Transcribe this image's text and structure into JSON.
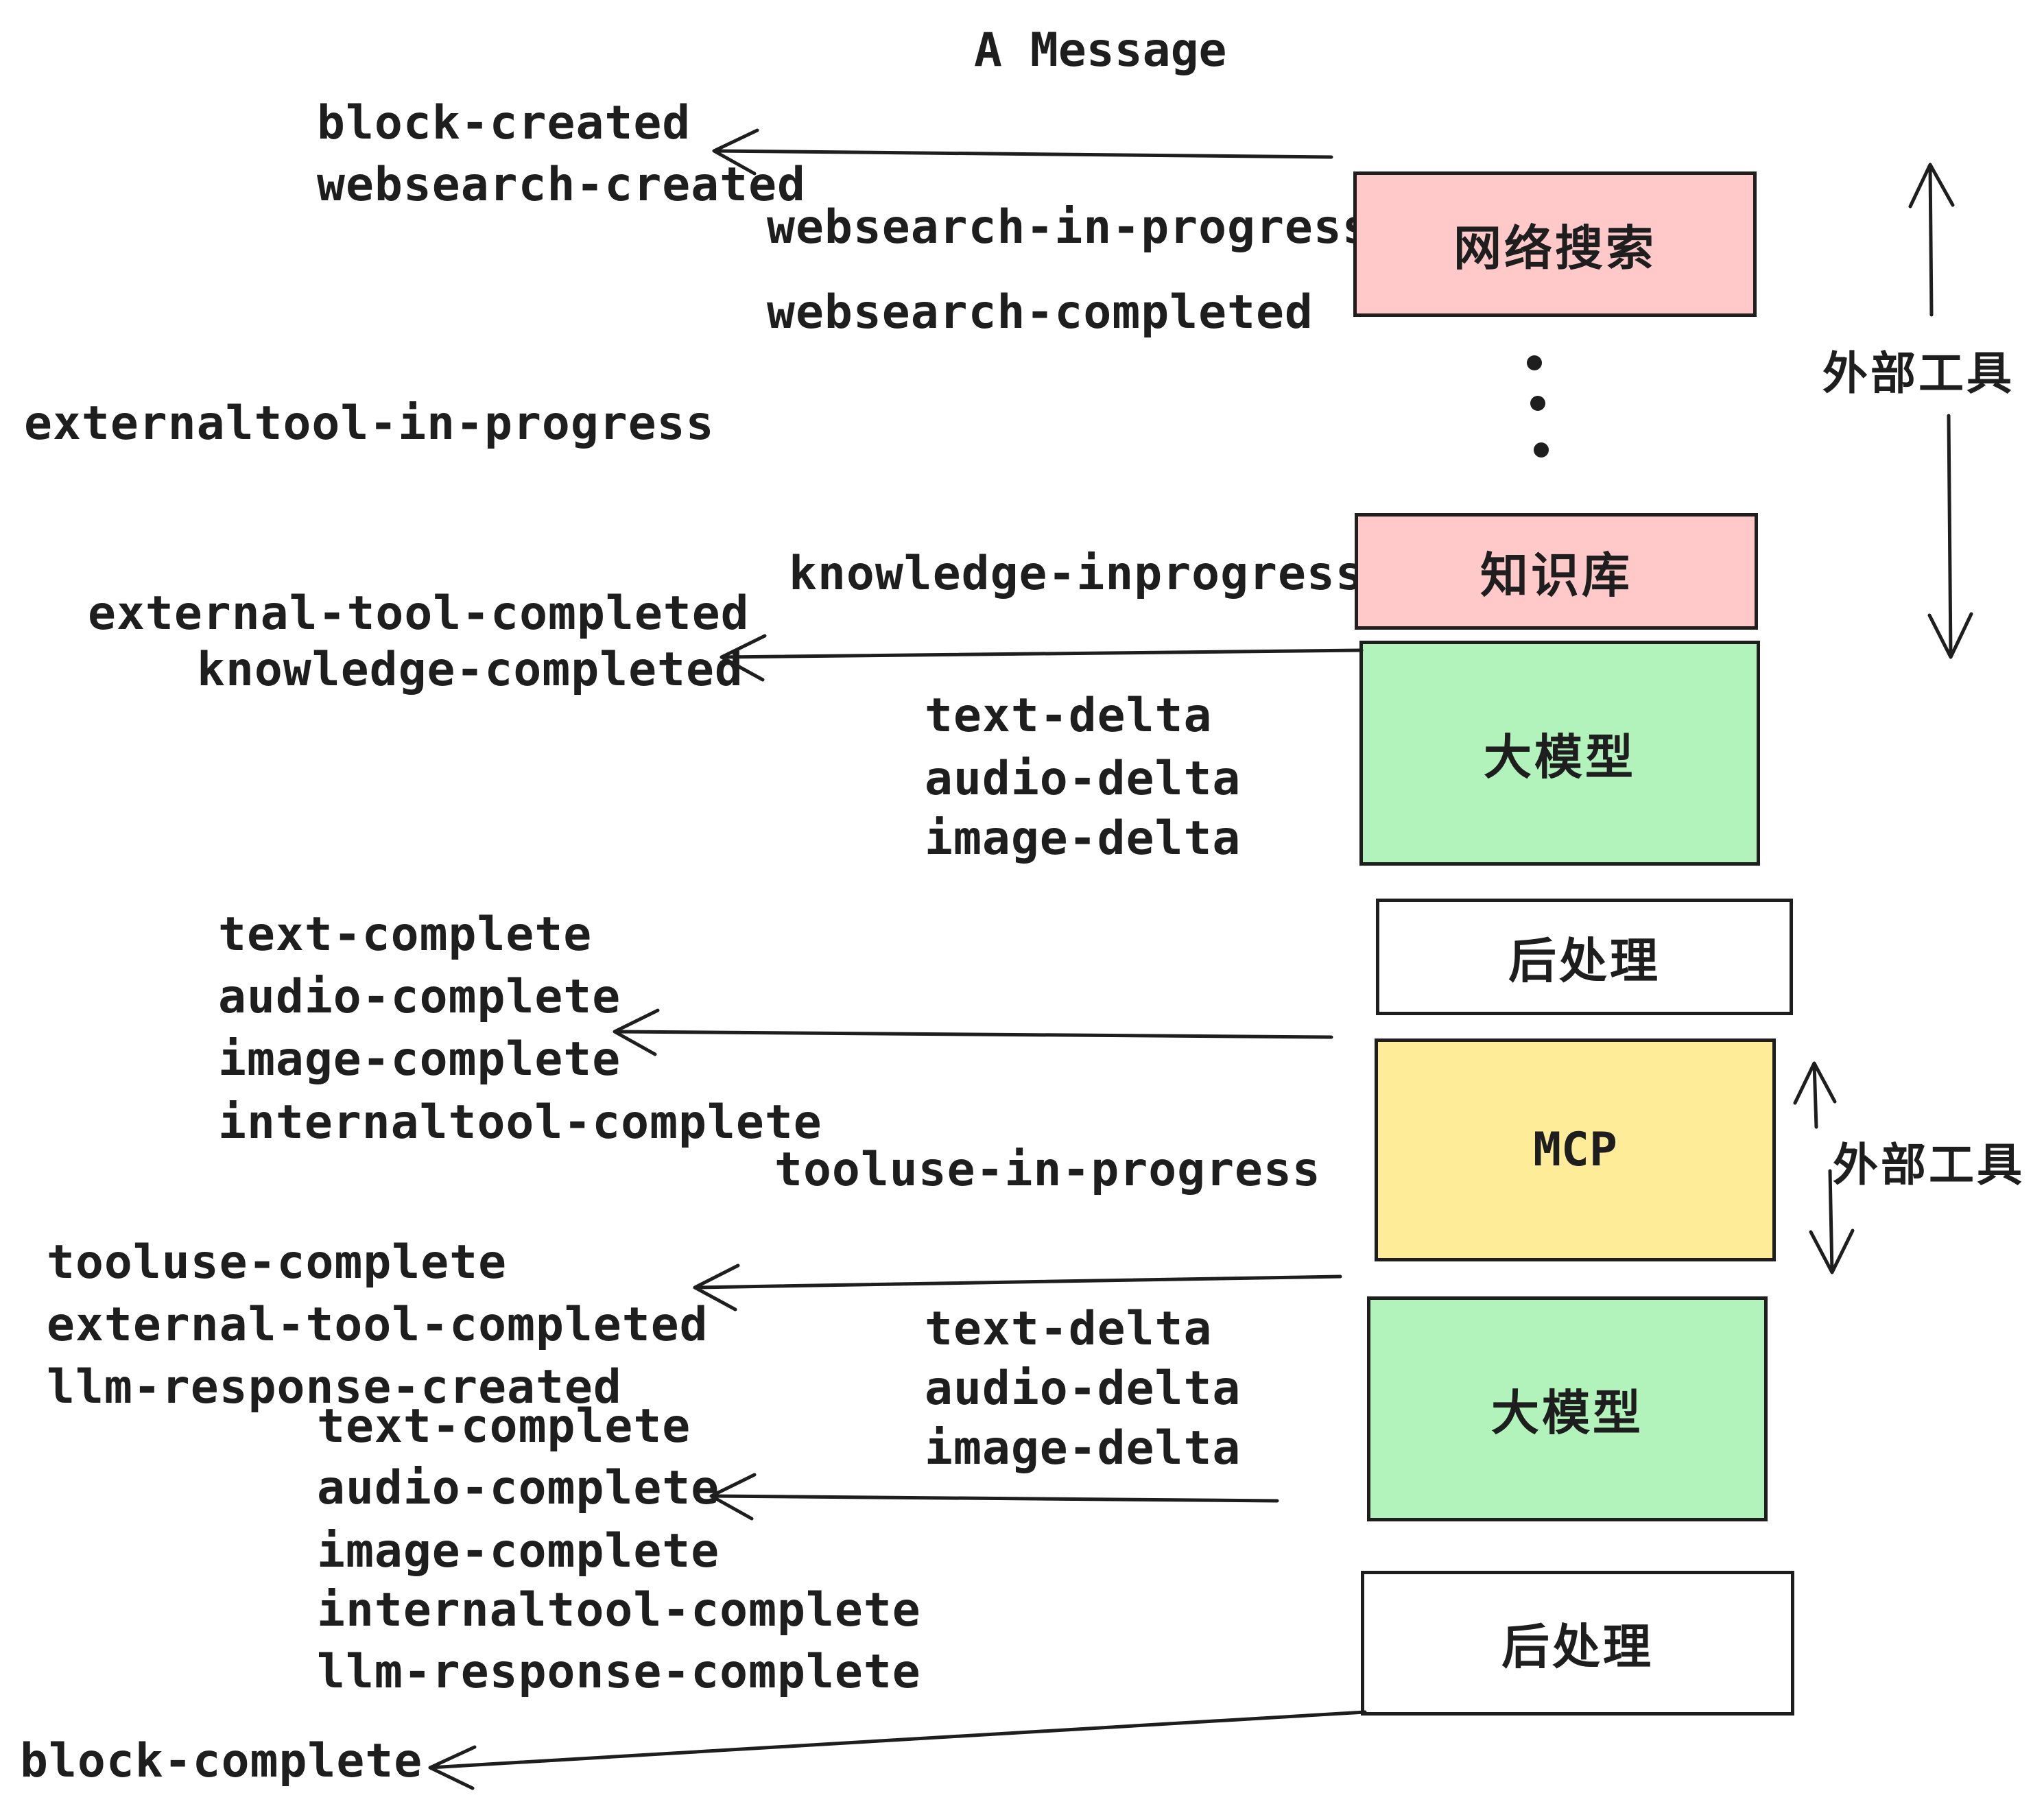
{
  "title": "A Message",
  "events": {
    "block_created": "block-created",
    "websearch_created": "websearch-created",
    "websearch_in_progress": "websearch-in-progress",
    "websearch_completed": "websearch-completed",
    "externaltool_in_progress": "externaltool-in-progress",
    "knowledge_inprogress": "knowledge-inprogress",
    "external_tool_completed": "external-tool-completed",
    "knowledge_completed": "knowledge-completed",
    "text_delta": "text-delta",
    "audio_delta": "audio-delta",
    "image_delta": "image-delta",
    "text_complete": "text-complete",
    "audio_complete": "audio-complete",
    "image_complete": "image-complete",
    "internaltool_complete": "internaltool-complete",
    "tooluse_in_progress": "tooluse-in-progress",
    "tooluse_complete": "tooluse-complete",
    "llm_response_created": "llm-response-created",
    "llm_response_complete": "llm-response-complete",
    "block_complete": "block-complete"
  },
  "boxes": {
    "websearch": {
      "label": "网络搜索",
      "color": "#ffc9c9"
    },
    "knowledge": {
      "label": "知识库",
      "color": "#ffc9c9"
    },
    "llm_top": {
      "label": "大模型",
      "color": "#b2f2bb"
    },
    "post_top": {
      "label": "后处理",
      "color": "#ffffff"
    },
    "mcp": {
      "label": "MCP",
      "color": "#ffec99"
    },
    "llm_bottom": {
      "label": "大模型",
      "color": "#b2f2bb"
    },
    "post_bottom": {
      "label": "后处理",
      "color": "#ffffff"
    }
  },
  "side_labels": {
    "external_tools_top": "外部工具",
    "external_tools_bottom": "外部工具"
  },
  "colors": {
    "ink": "#1e1e1e",
    "pink": "#ffc9c9",
    "green": "#b2f2bb",
    "yellow": "#ffec99",
    "white": "#ffffff"
  }
}
